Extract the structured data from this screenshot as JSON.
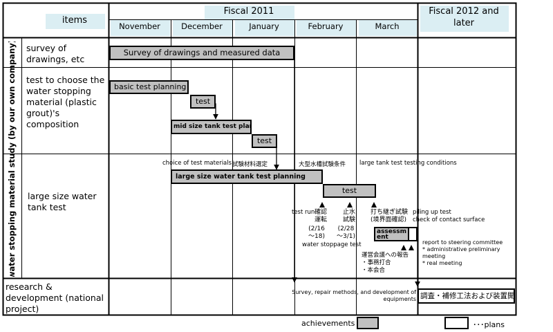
{
  "header": {
    "items_label": "items",
    "fiscal_2011": "Fiscal 2011",
    "fiscal_2012": "Fiscal 2012 and later",
    "months": [
      "November",
      "December",
      "January",
      "February",
      "March"
    ]
  },
  "vertical_label": "water stopping material study (by our own company)",
  "rows": {
    "survey": "survey of drawings, etc",
    "test_choose": "test to choose the water stopping material (plastic grout)'s composition",
    "large_tank": "large size water tank test",
    "rnd": "research & development (national project)"
  },
  "bars": {
    "survey_drawings": "Survey of drawings and measured data",
    "basic_test_planning": "basic test planning",
    "test_1": "test",
    "mid_size_plan": "mid size tank test plan",
    "test_2": "test",
    "large_tank_planning": "large size water tank test planning",
    "test_3": "test",
    "assessment": "assessment",
    "rnd_plan": "調査・補修工法および装置開発"
  },
  "annotations": {
    "choice_test_materials": "choice of test materials",
    "choice_test_materials_jp": "試験材料選定",
    "large_tank_conditions_jp": "大型水槽試験条件",
    "large_tank_conditions": "large tank test testing conditions",
    "test_run": "test run",
    "test_run_jp": "確認\n運転",
    "test_run_date": "(2/16\n～18)",
    "water_stoppage_jp": "止水\n試験",
    "water_stoppage_date": "(2/28\n～3/1)",
    "water_stoppage": "water stoppage test",
    "piling_up_jp": "打ち継ぎ試験\n(境界面確認)",
    "piling_up": "piling up test\ncheck of contact surface",
    "steering_jp": "運営会議への報告\n・事務打合\n・本会合",
    "steering": "report to steering committee\n* administrative preliminary meeting\n* real meeting",
    "rnd_desc": "Survey, repair methods, and development of equipments"
  },
  "legend": {
    "achievements": "achievements",
    "plans": "･･･plans"
  },
  "colors": {
    "header_bg": "#dbeef3",
    "achievement_fill": "#c0c0c0",
    "plan_fill": "#ffffff",
    "grid": "#000000"
  }
}
